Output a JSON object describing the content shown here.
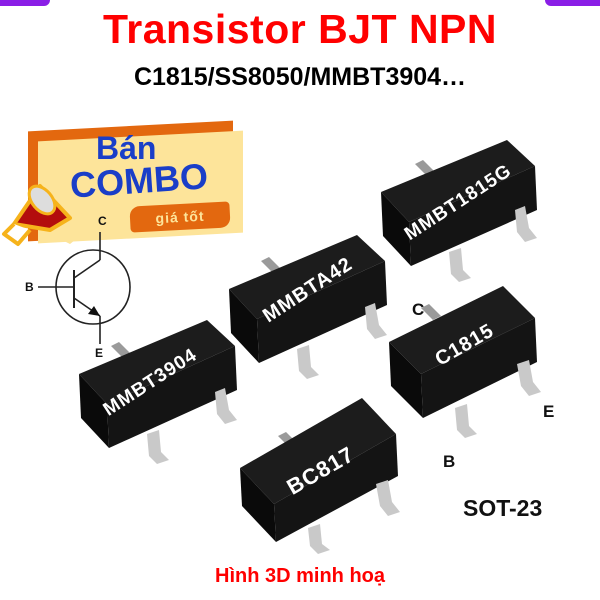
{
  "header": {
    "title": "Transistor BJT NPN",
    "subtitle": "C1815/SS8050/MMBT3904…"
  },
  "promo": {
    "line1": "Bán",
    "line2": "COMBO",
    "tag": "giá tốt",
    "icon": "megaphone-icon"
  },
  "symbol": {
    "type": "npn-transistor-symbol",
    "pins": {
      "collector": "C",
      "base": "B",
      "emitter": "E"
    }
  },
  "chips": [
    {
      "marking": "MMBT1815G"
    },
    {
      "marking": "MMBTA42"
    },
    {
      "marking": "MMBT3904"
    },
    {
      "marking": "C1815"
    },
    {
      "marking": "BC817"
    }
  ],
  "pin_labels": {
    "c": "C",
    "b": "B",
    "e": "E"
  },
  "package": "SOT-23",
  "caption": "Hình 3D minh hoạ",
  "colors": {
    "title": "#ff0000",
    "promo_blue": "#1a3ec8",
    "promo_orange": "#e3680f",
    "promo_yellow": "#fde49a",
    "chip_body": "#111111",
    "accent_purple": "#8a1ee6"
  }
}
